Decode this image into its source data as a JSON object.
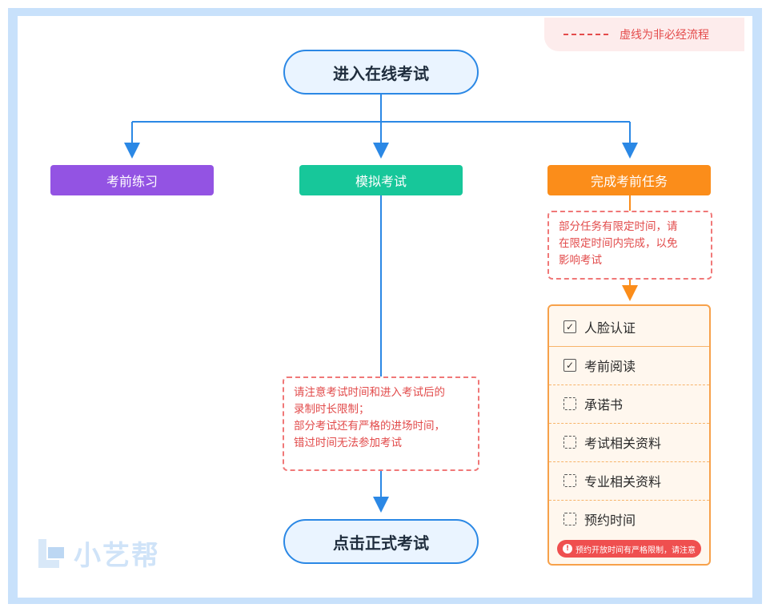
{
  "legend": {
    "text": "虚线为非必经流程"
  },
  "start": {
    "label": "进入在线考试"
  },
  "branches": {
    "practice": {
      "label": "考前练习",
      "color": "#9353e3"
    },
    "mock": {
      "label": "模拟考试",
      "color": "#17c79a"
    },
    "tasks": {
      "label": "完成考前任务",
      "color": "#fb8d1a"
    }
  },
  "notes": {
    "tasks_note": [
      "部分任务有限定时间，请",
      "在限定时间内完成，以免",
      "影响考试"
    ],
    "mock_note": [
      "请注意考试时间和进入考试后的",
      "录制时长限制；",
      "部分考试还有严格的进场时间，",
      "错过时间无法参加考试"
    ]
  },
  "task_list": [
    {
      "label": "人脸认证",
      "checked": true
    },
    {
      "label": "考前阅读",
      "checked": true
    },
    {
      "label": "承诺书",
      "checked": false
    },
    {
      "label": "考试相关资料",
      "checked": false
    },
    {
      "label": "专业相关资料",
      "checked": false
    },
    {
      "label": "预约时间",
      "checked": false
    }
  ],
  "task_warning": "预约开放时间有严格限制，请注意",
  "end": {
    "label": "点击正式考试"
  },
  "logo": {
    "text": "小艺帮"
  },
  "colors": {
    "arrow": "#2b88e5",
    "orange_arrow": "#fb8d1a",
    "dash_red": "#f07878"
  }
}
